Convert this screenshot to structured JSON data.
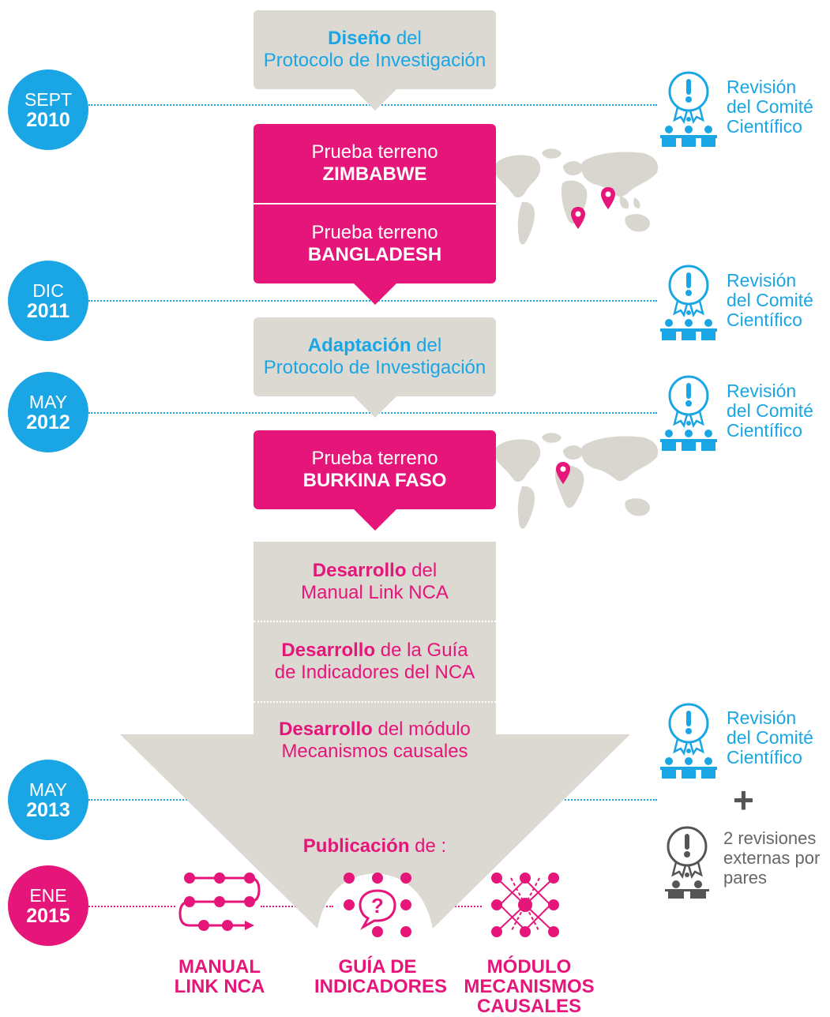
{
  "colors": {
    "blue": "#1aa6e4",
    "pink": "#e5157a",
    "gray": "#dcd9d3",
    "map": "#d9d6d0",
    "dark": "#555555"
  },
  "timeline": [
    {
      "month": "SEPT",
      "year": "2010"
    },
    {
      "month": "DIC",
      "year": "2011"
    },
    {
      "month": "MAY",
      "year": "2012"
    },
    {
      "month": "MAY",
      "year": "2013"
    },
    {
      "month": "ENE",
      "year": "2015"
    }
  ],
  "steps": {
    "diseno": {
      "bold": "Diseño",
      "rest": " del",
      "line2": "Protocolo de Investigación"
    },
    "zimbabwe": {
      "line1": "Prueba terreno",
      "bold": "ZIMBABWE"
    },
    "bangladesh": {
      "line1": "Prueba terreno",
      "bold": "BANGLADESH"
    },
    "adaptacion": {
      "bold": "Adaptación",
      "rest": " del",
      "line2": "Protocolo de Investigación"
    },
    "burkina": {
      "line1": "Prueba terreno",
      "bold": "BURKINA FASO"
    },
    "manual": {
      "bold": "Desarrollo",
      "rest": " del",
      "line2": "Manual Link NCA"
    },
    "guia": {
      "bold": "Desarrollo",
      "rest": " de la Guía",
      "line2": "de Indicadores del NCA"
    },
    "modulo": {
      "bold": "Desarrollo",
      "rest": " del módulo",
      "line2": "Mecanismos causales"
    },
    "publicacion": {
      "bold": "Publicación",
      "rest": " de :"
    }
  },
  "reviews": {
    "comite": {
      "line1": "Revisión",
      "line2": "del Comité",
      "line3": "Científico"
    },
    "plus": "+",
    "external": {
      "line1": "2 revisiones",
      "line2": "externas por",
      "line3": "pares"
    }
  },
  "outputs": [
    {
      "line1": "MANUAL",
      "line2": "LINK NCA",
      "line3": ""
    },
    {
      "line1": "GUÍA DE",
      "line2": "INDICADORES",
      "line3": ""
    },
    {
      "line1": "MÓDULO",
      "line2": "MECANISMOS",
      "line3": "CAUSALES"
    }
  ],
  "icons": {
    "review": "committee-ribbon-icon",
    "external_review": "peer-review-icon",
    "map": "world-map-icon",
    "pin": "map-pin-icon",
    "manual": "manual-path-icon",
    "guide": "indicators-question-icon",
    "module": "mechanisms-network-icon"
  }
}
